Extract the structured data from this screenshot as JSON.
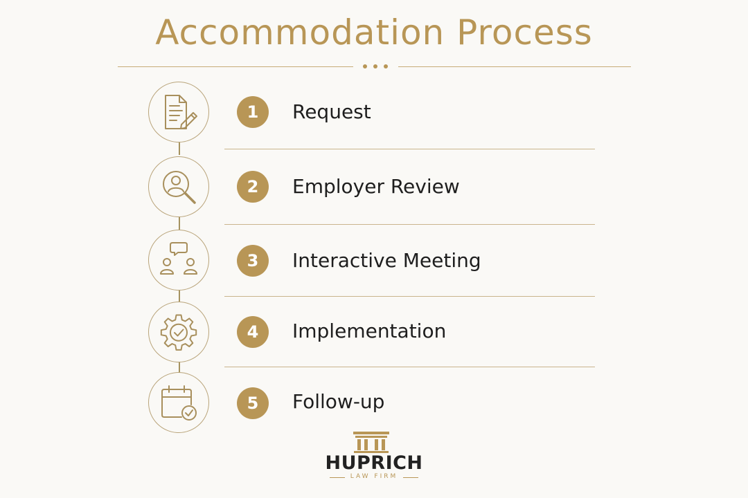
{
  "title": "Accommodation Process",
  "colors": {
    "gold": "#b89656",
    "background": "#faf9f6",
    "text": "#1e1e1e"
  },
  "steps": [
    {
      "number": "1",
      "label": "Request",
      "icon": "document-edit-icon"
    },
    {
      "number": "2",
      "label": "Employer Review",
      "icon": "person-search-icon"
    },
    {
      "number": "3",
      "label": "Interactive Meeting",
      "icon": "people-discussion-icon"
    },
    {
      "number": "4",
      "label": "Implementation",
      "icon": "gear-check-icon"
    },
    {
      "number": "5",
      "label": "Follow-up",
      "icon": "calendar-check-icon"
    }
  ],
  "logo": {
    "name": "HUPRICH",
    "subtitle": "LAW FIRM",
    "icon": "columns-building-icon"
  }
}
